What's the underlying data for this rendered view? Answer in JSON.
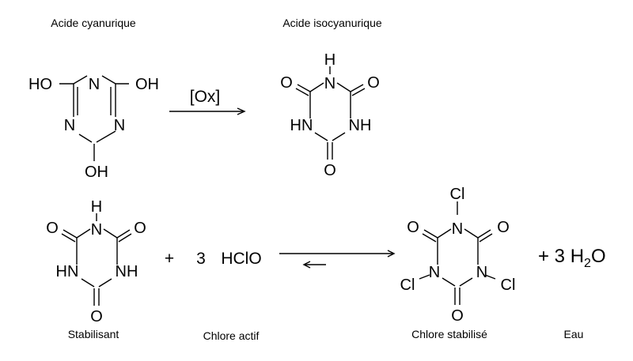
{
  "captions": {
    "cyanuric": "Acide cyanurique",
    "isocyanuric": "Acide isocyanurique",
    "stabilisant": "Stabilisant",
    "chlore_actif": "Chlore actif",
    "chlore_stabilise": "Chlore stabilisé",
    "eau": "Eau"
  },
  "reaction1": {
    "reagent": "[Ox]"
  },
  "atoms": {
    "oh": "OH",
    "ho": "HO",
    "n": "N",
    "o": "O",
    "h": "H",
    "hn": "HN",
    "nh": "NH",
    "cl": "Cl"
  },
  "reaction2": {
    "plus": "+",
    "coef_hclo": "3",
    "hclo": "HClO",
    "water_prefix": "+ 3 H",
    "water_sub": "2",
    "water_suffix": "O"
  }
}
